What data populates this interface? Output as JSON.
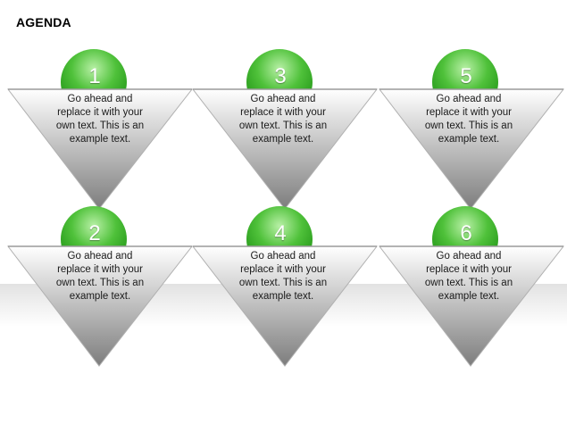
{
  "slide": {
    "title": "AGENDA"
  },
  "colors": {
    "ball_light": "#b8f0a6",
    "ball_mid": "#4fc13a",
    "ball_dark": "#168a0e",
    "triangle_top": "#ffffff",
    "triangle_bottom": "#7d7d7d"
  },
  "items": [
    {
      "number": "1",
      "text": "Go ahead and replace it with your own text. This is an example text."
    },
    {
      "number": "2",
      "text": "Go ahead and replace it with your own text. This is an example text."
    },
    {
      "number": "3",
      "text": "Go ahead and replace it with your own text. This is an example text."
    },
    {
      "number": "4",
      "text": "Go ahead and replace it with your own text. This is an example text."
    },
    {
      "number": "5",
      "text": "Go ahead and replace it with your own text. This is an example text."
    },
    {
      "number": "6",
      "text": "Go ahead and replace it with your own text. This is an example text."
    }
  ]
}
